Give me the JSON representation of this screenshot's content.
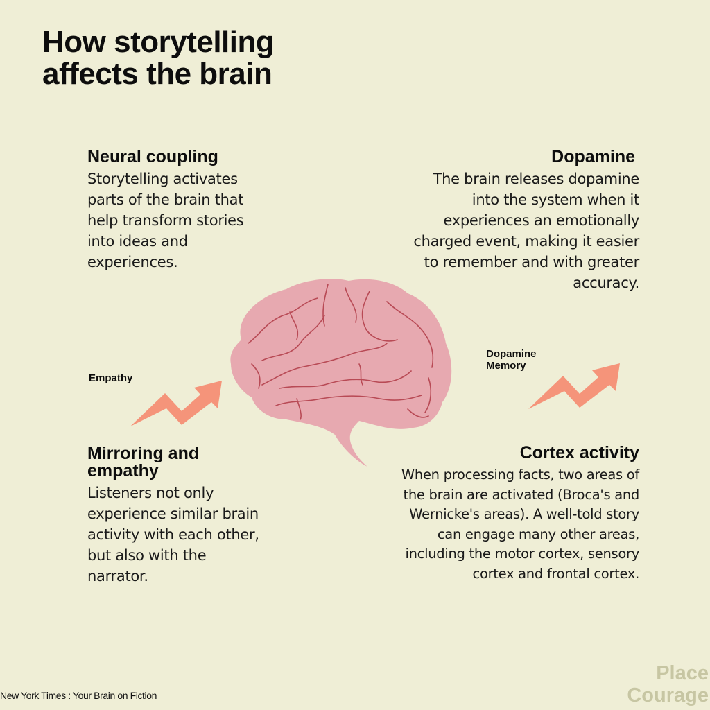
{
  "title": {
    "line1": "How storytelling",
    "line2": "affects the brain"
  },
  "sections": {
    "neural_coupling": {
      "heading": "Neural coupling",
      "body": [
        "Storytelling activates",
        "parts of the brain that",
        "help transform stories",
        "into ideas and",
        "experiences."
      ]
    },
    "dopamine": {
      "heading": "Dopamine",
      "body": [
        "The brain releases dopamine",
        "into the system when it",
        "experiences an emotionally",
        "charged event, making it easier",
        "to remember and with greater",
        "accuracy."
      ]
    },
    "mirroring": {
      "heading_line1": "Mirroring and",
      "heading_line2": "empathy",
      "body": [
        "Listeners not only",
        "experience similar brain",
        "activity with each other,",
        "but also with the",
        "narrator."
      ]
    },
    "cortex": {
      "heading": "Cortex activity",
      "body": [
        "When processing facts, two areas of",
        "the brain are activated (Broca's and",
        "Wernicke's areas). A well-told story",
        "can engage many other areas,",
        "including the motor cortex, sensory",
        "cortex and frontal cortex."
      ]
    }
  },
  "labels": {
    "empathy": "Empathy",
    "dopamine_line1": "Dopamine",
    "dopamine_line2": "Memory"
  },
  "icons": {
    "left_arrow": "trending-up-arrow-icon",
    "right_arrow": "trending-up-arrow-icon",
    "center": "brain-illustration"
  },
  "colors": {
    "background": "#efeed6",
    "brain_fill": "#e7a9b0",
    "brain_lines": "#b84a55",
    "arrow": "#f5947a",
    "brand_text": "#c7c6a3"
  },
  "footer": {
    "source": "New York Times : Your Brain on Fiction",
    "brand_line1": "Place",
    "brand_line2": "Courage"
  }
}
